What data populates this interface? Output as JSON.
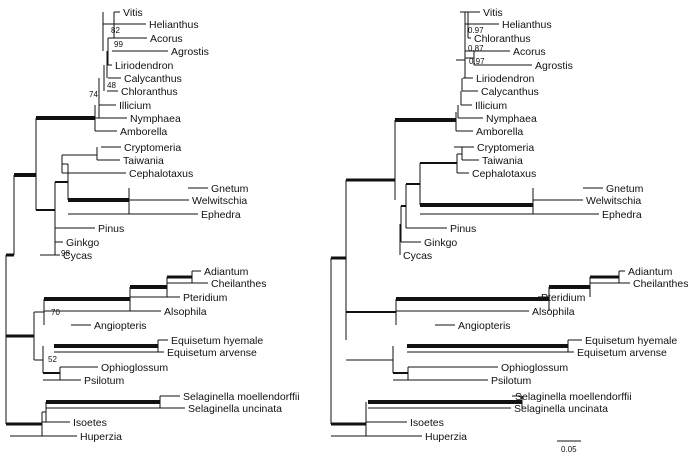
{
  "trees": [
    {
      "id": "left",
      "taxa": [
        "Vitis",
        "Helianthus",
        "Acorus",
        "Agrostis",
        "Liriodendron",
        "Calycanthus",
        "Chloranthus",
        "Illicium",
        "Nymphaea",
        "Amborella",
        "Cryptomeria",
        "Taiwania",
        "Cephalotaxus",
        "Gnetum",
        "Welwitschia",
        "Ephedra",
        "Pinus",
        "Ginkgo",
        "Cycas",
        "Adiantum",
        "Cheilanthes",
        "Pteridium",
        "Alsophila",
        "Angiopteris",
        "Equisetum hyemale",
        "Equisetum arvense",
        "Ophioglossum",
        "Psilotum",
        "Selaginella moellendorffii",
        "Selaginella uncinata",
        "Isoetes",
        "Huperzia"
      ],
      "support_values": [
        "82",
        "99",
        "48",
        "74",
        "70",
        "52",
        "98"
      ]
    },
    {
      "id": "right",
      "taxa": [
        "Vitis",
        "Helianthus",
        "Chloranthus",
        "Acorus",
        "Agrostis",
        "Liriodendron",
        "Calycanthus",
        "Illicium",
        "Nymphaea",
        "Amborella",
        "Cryptomeria",
        "Taiwania",
        "Cephalotaxus",
        "Gnetum",
        "Welwitschia",
        "Ephedra",
        "Pinus",
        "Ginkgo",
        "Cycas",
        "Adiantum",
        "Cheilanthes",
        "Pteridium",
        "Alsophila",
        "Angiopteris",
        "Equisetum hyemale",
        "Equisetum arvense",
        "Ophioglossum",
        "Psilotum",
        "Selaginella moellendorffii",
        "Selaginella uncinata",
        "Isoetes",
        "Huperzia"
      ],
      "support_values": [
        "0.97",
        "0.87",
        "0.97"
      ]
    }
  ],
  "scale_bar": {
    "label": "0.05"
  }
}
